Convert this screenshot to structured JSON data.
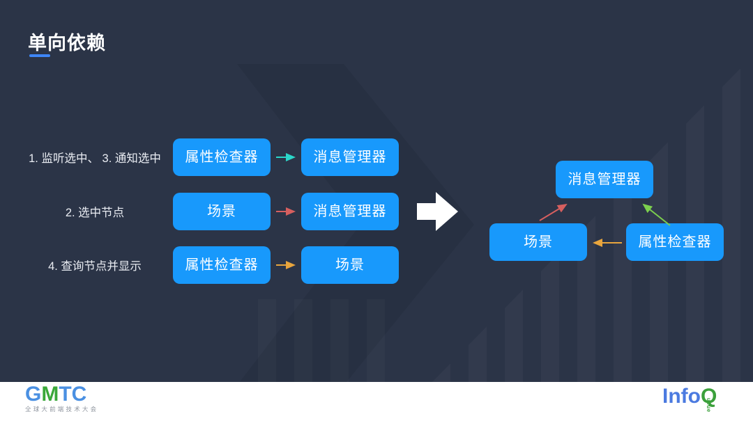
{
  "slide": {
    "title": "单向依赖",
    "accent_color": "#3e86f7",
    "background_color": "#2b3447",
    "box_color": "#1899fc",
    "big_arrow_color": "#ffffff"
  },
  "left_diagram": {
    "rows": [
      {
        "label": "1. 监听选中、 3. 通知选中",
        "source": "属性检查器",
        "target": "消息管理器",
        "arrow_color": "#2bd6c9"
      },
      {
        "label": "2. 选中节点",
        "source": "场景",
        "target": "消息管理器",
        "arrow_color": "#d65f5f"
      },
      {
        "label": "4. 查询节点并显示",
        "source": "属性检查器",
        "target": "场景",
        "arrow_color": "#e8a53d"
      }
    ]
  },
  "right_diagram": {
    "nodes": [
      {
        "id": "message-manager",
        "label": "消息管理器"
      },
      {
        "id": "scene",
        "label": "场景"
      },
      {
        "id": "property-inspector",
        "label": "属性检查器"
      }
    ],
    "edges": [
      {
        "from": "场景",
        "to": "消息管理器",
        "color": "#d65f5f"
      },
      {
        "from": "属性检查器",
        "to": "消息管理器",
        "color": "#7ccf4e"
      },
      {
        "from": "属性检查器",
        "to": "场景",
        "color": "#e8a53d"
      }
    ]
  },
  "footer": {
    "gmtc": {
      "g": "G",
      "m": "M",
      "tc": "TC",
      "g_color": "#4a90e2",
      "m_color": "#3aa83a",
      "tc_color": "#4a90e2",
      "subtitle": "全球大前端技术大会",
      "subtitle_color": "#8f959e"
    },
    "infoq": {
      "info": "Info",
      "q": "Q",
      "queue": "ueue",
      "info_color": "#4b7ae0",
      "q_color": "#3ba03b"
    }
  }
}
